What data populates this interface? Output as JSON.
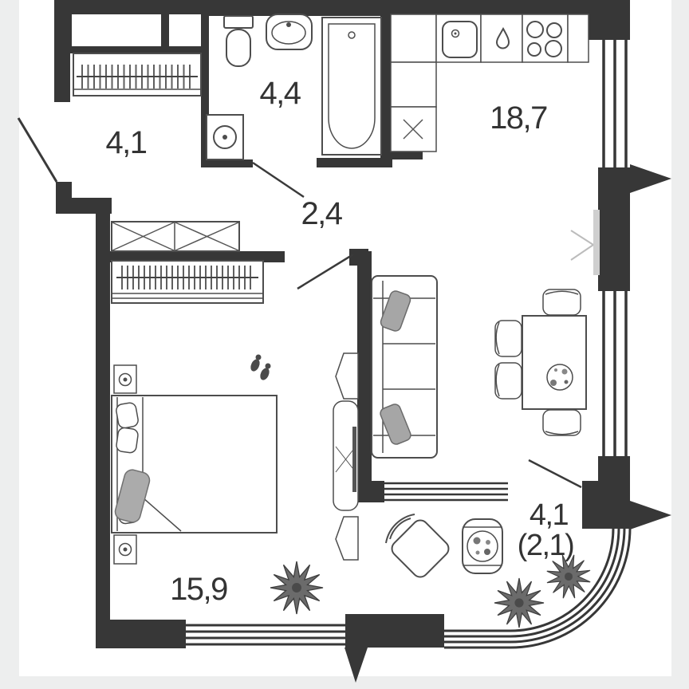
{
  "rooms": [
    {
      "id": "hallway",
      "area": "4,1"
    },
    {
      "id": "bathroom",
      "area": "4,4"
    },
    {
      "id": "kitchen-living-room",
      "area": "18,7"
    },
    {
      "id": "corridor",
      "area": "2,4"
    },
    {
      "id": "bedroom",
      "area": "15,9"
    },
    {
      "id": "balcony",
      "area": "4,1",
      "area_secondary": "(2,1)"
    }
  ],
  "colors": {
    "wall": "#373737",
    "plan_background": "#ffffff",
    "canvas_margin": "#edeeee",
    "furniture_stroke": "#4d4d4d",
    "label_text": "#333333",
    "soft_gray_fill": "#ababab"
  },
  "icons": [
    "toilet-icon",
    "bathroom-sink-icon",
    "bathtub-icon",
    "washing-machine-icon",
    "kitchen-sink-icon",
    "gas-drop-icon",
    "stove-icon",
    "vent-shaft-icon",
    "hall-wardrobe-icon",
    "closet-icon",
    "bedroom-wardrobe-icon",
    "bed-icon",
    "nightstand-icon",
    "tv-unit-icon",
    "slippers-icon",
    "plant-icon",
    "sofa-icon",
    "dining-table-icon",
    "chair-icon",
    "balcony-chair-icon",
    "coffee-table-icon",
    "door-swing-icon",
    "window-icon",
    "section-arrow-icon"
  ]
}
